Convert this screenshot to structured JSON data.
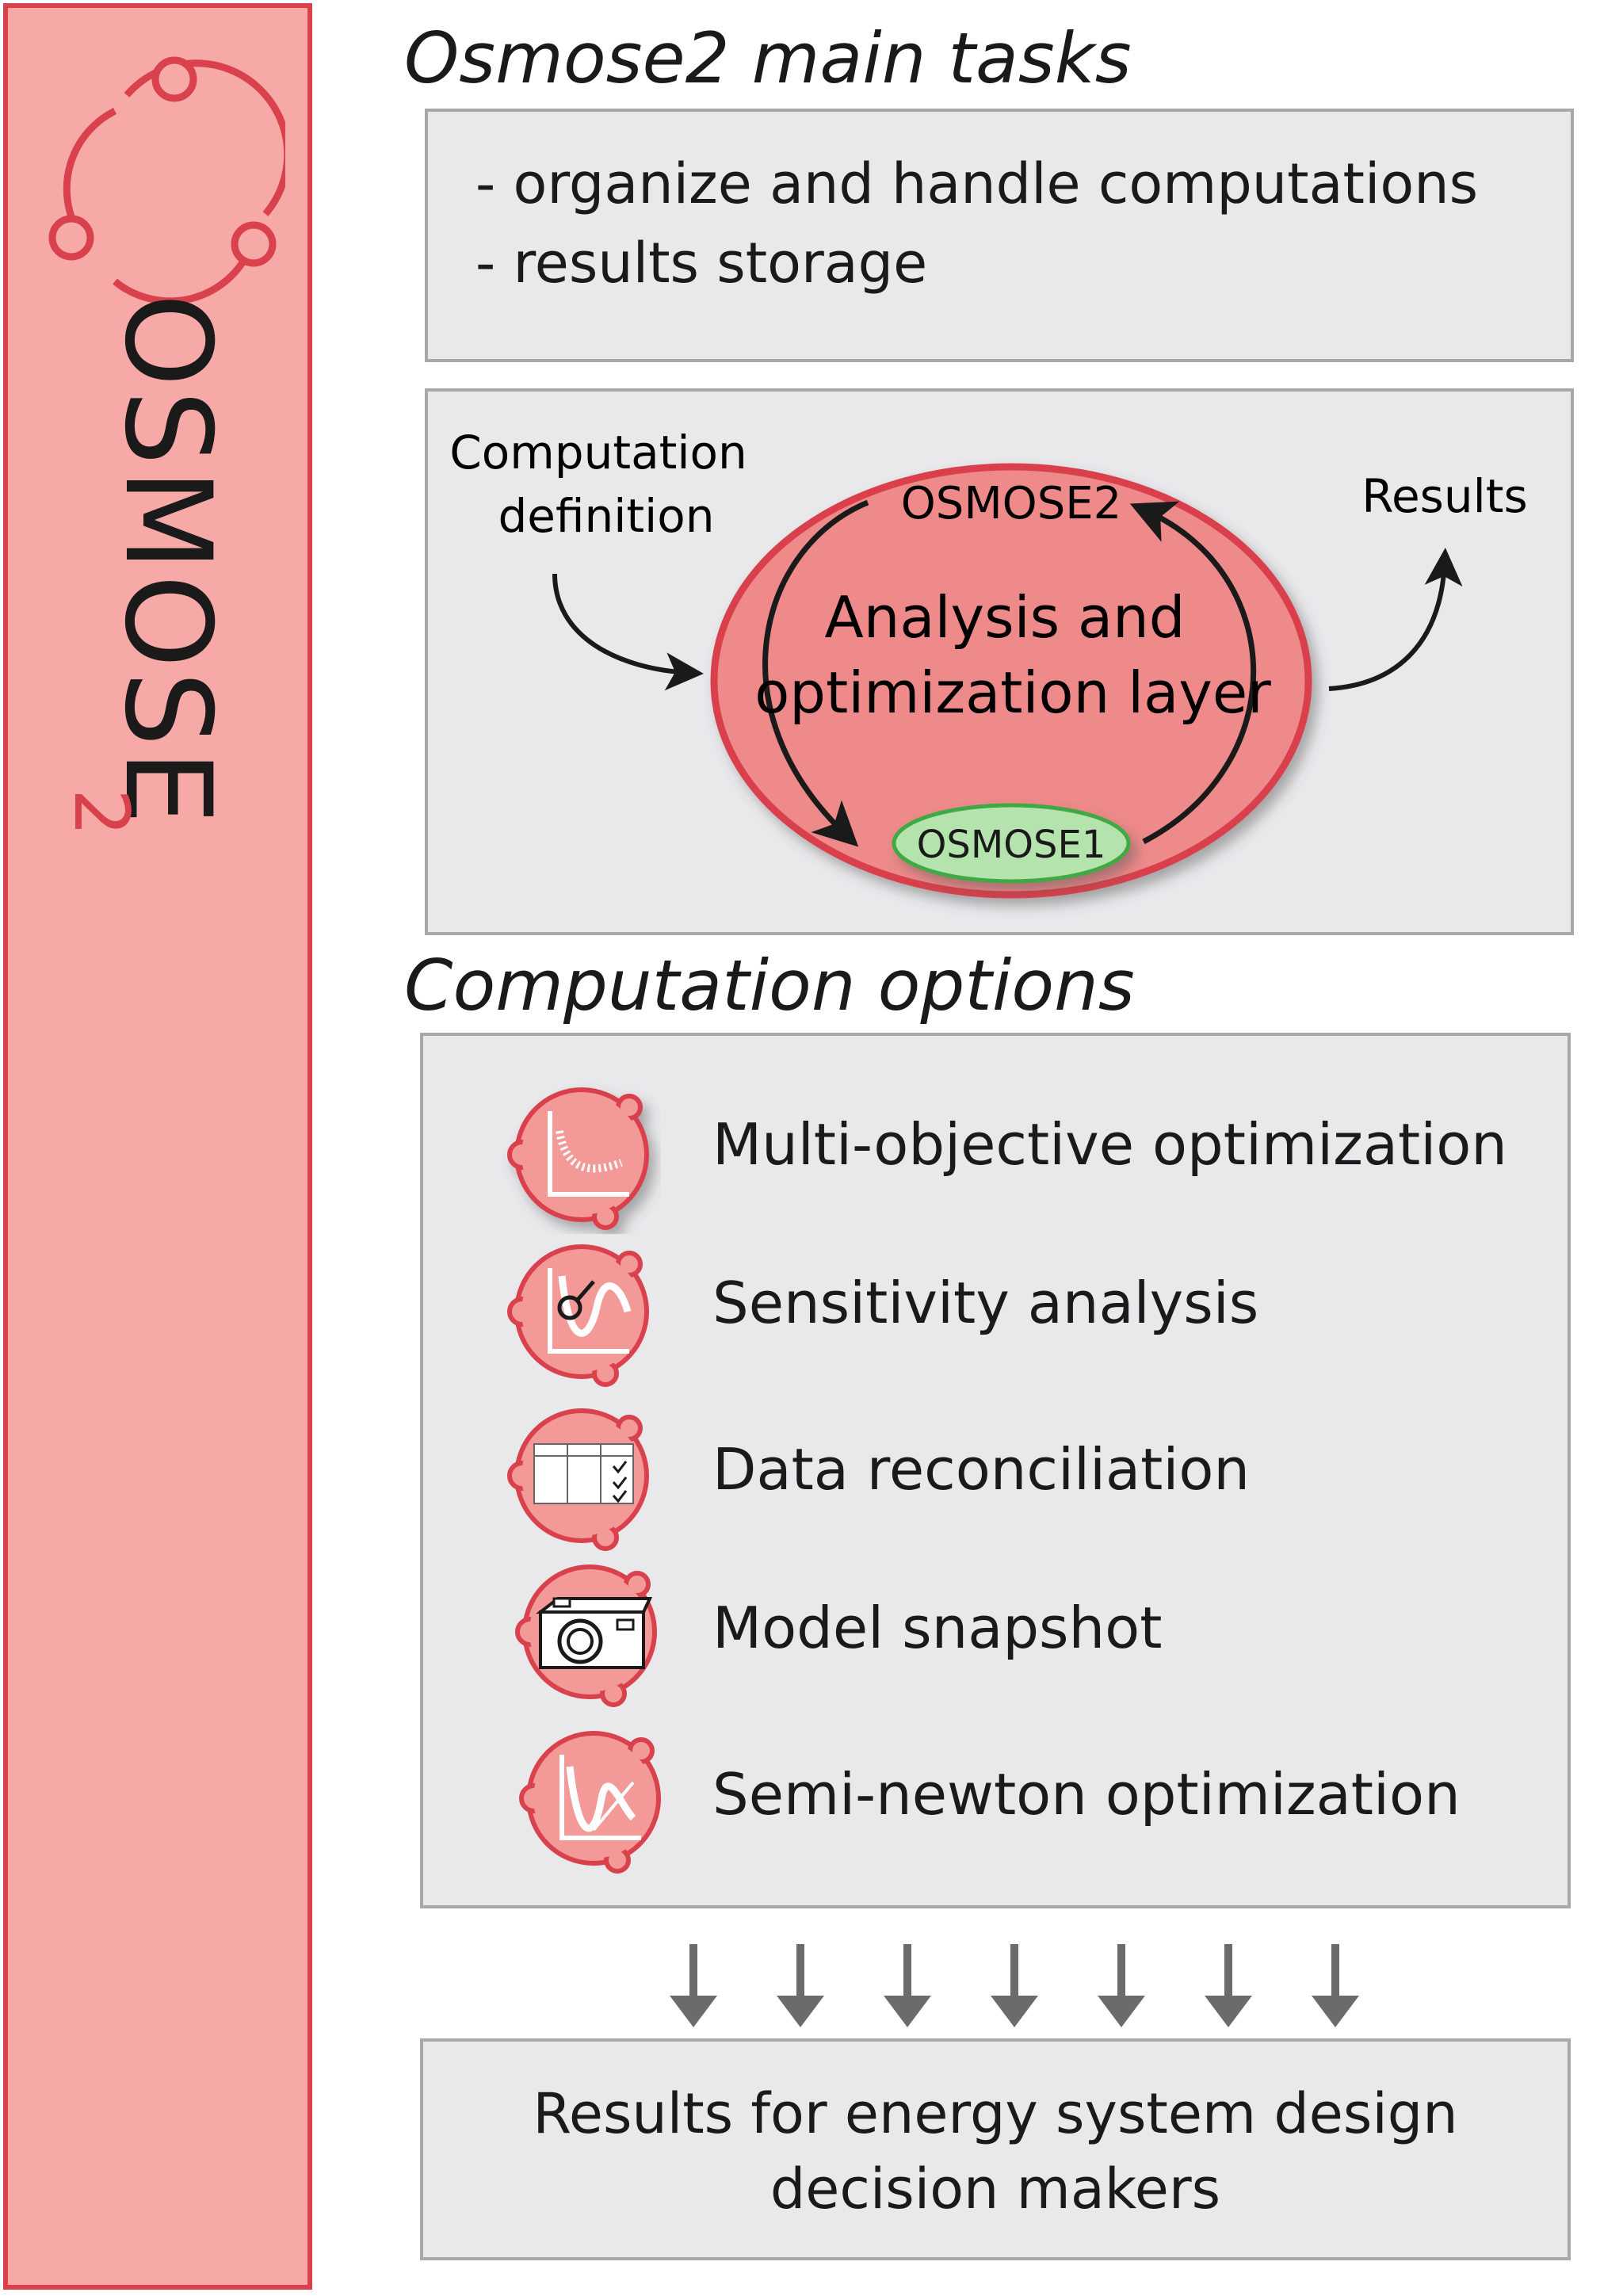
{
  "logo": {
    "text": "OSMOSE",
    "subscript": "2"
  },
  "tasks": {
    "heading": "Osmose2 main tasks",
    "items": [
      "- organize and handle computations",
      "- results storage"
    ]
  },
  "flow": {
    "input_label_line1": "Computation",
    "input_label_line2": "definition",
    "output_label": "Results",
    "outer_label": "OSMOSE2",
    "layer_line1": "Analysis and",
    "layer_line2": "optimization layer",
    "inner_label": "OSMOSE1"
  },
  "options": {
    "heading": "Computation options",
    "items": [
      {
        "label": "Multi-objective optimization",
        "icon": "pareto-front-icon"
      },
      {
        "label": "Sensitivity analysis",
        "icon": "sensitivity-curve-icon"
      },
      {
        "label": "Data reconciliation",
        "icon": "data-table-icon"
      },
      {
        "label": "Model snapshot",
        "icon": "camera-icon"
      },
      {
        "label": "Semi-newton optimization",
        "icon": "newton-curve-icon"
      }
    ]
  },
  "results": {
    "line1": "Results for energy system design",
    "line2": "decision makers"
  },
  "colors": {
    "sidebar_fill": "#f7a9a8",
    "sidebar_border": "#d9414c",
    "panel_fill": "#e9e9ec",
    "panel_border": "#a8a8ab",
    "layer_fill": "#ef8a8a",
    "osmose1_fill": "#b4e3ad",
    "arrow_gray": "#6b6b6b"
  }
}
